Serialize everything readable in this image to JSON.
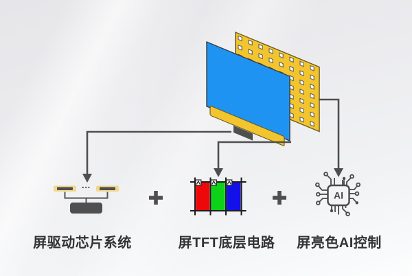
{
  "labels": {
    "driver_system": "屏驱动芯片系统",
    "tft_circuit": "屏TFT底层电路",
    "ai_control": "屏亮色AI控制"
  },
  "symbols": {
    "plus": "+",
    "ai_chip": "AI",
    "driver_dots": "···"
  },
  "icons": {
    "down-arrow-icon": "solid triangular arrowhead on connector lines",
    "plus-icon": "bold gray plus sign between components",
    "ai-chip-icon": "rounded square chip with AI text and radiating circuit traces",
    "led-panel-icon": "gold backlight board with grid of white LED squares",
    "driver-chip-icon": "gold chip bars wired to a dark controller block",
    "rgb-subpixel-icon": "red green blue subpixel bars on black TFT grid"
  },
  "colors": {
    "screen_blue": "#1e93f2",
    "panel_gold": "#f2c52f",
    "panel_edge": "#6b5b22",
    "chip_gold": "#f3d88c",
    "dark_gray": "#4f4f4f",
    "line_gray": "#4f4f4f",
    "grid_black": "#1c1c1c",
    "bar_red": "#ed0909",
    "bar_green": "#0cd318",
    "bar_blue": "#1310ea",
    "label_text": "#333333"
  }
}
